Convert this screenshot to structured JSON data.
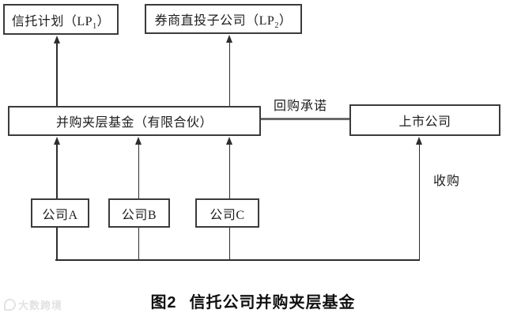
{
  "diagram": {
    "nodes": {
      "trust_plan": {
        "pre": "信托计划（LP",
        "sub": "1",
        "post": "）"
      },
      "broker_sub": {
        "pre": "券商直投子公司（LP",
        "sub": "2",
        "post": "）"
      },
      "fund": {
        "label": "并购夹层基金（有限合伙）"
      },
      "listed_company": {
        "label": "上市公司"
      },
      "company_a": {
        "label": "公司A"
      },
      "company_b": {
        "label": "公司B"
      },
      "company_c": {
        "label": "公司C"
      }
    },
    "edge_labels": {
      "repurchase": "回购承诺",
      "acquisition": "收购"
    }
  },
  "caption": {
    "figure_no": "图2",
    "title": "信托公司并购夹层基金"
  },
  "watermark": {
    "text": "大数跨境"
  },
  "colors": {
    "line": "#2e2e2e",
    "box_border": "#3b3b3b",
    "connector_gray": "#6a6a6a",
    "text": "#1d1d1d",
    "caption_text": "#111111",
    "watermark_text": "#e2e2e2"
  }
}
